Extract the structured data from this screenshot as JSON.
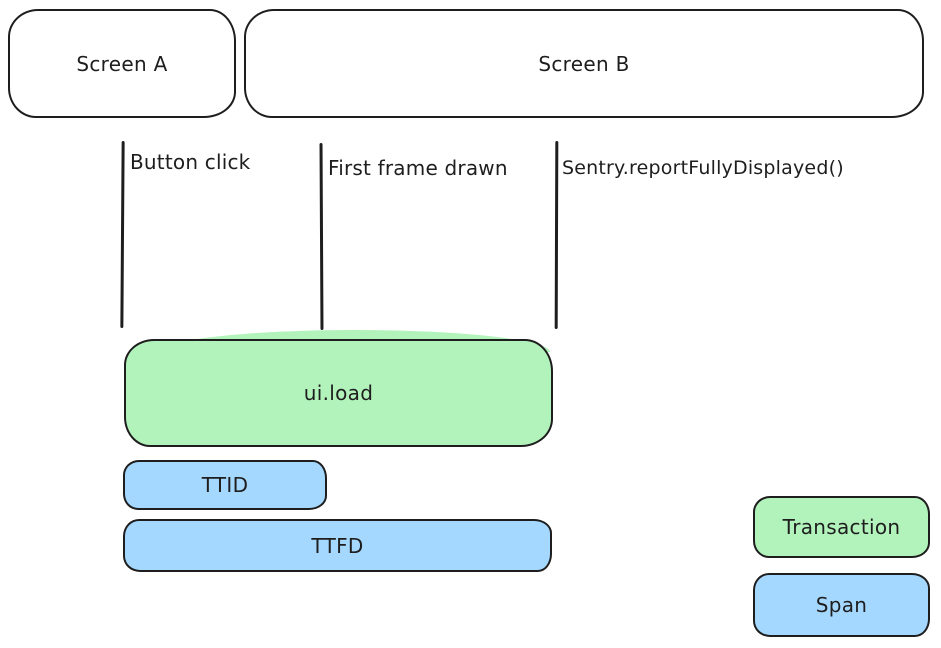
{
  "colors": {
    "transaction_fill": "#b2f2bb",
    "span_fill": "#a5d8ff",
    "stroke": "#1e1e1e",
    "background": "#ffffff"
  },
  "screens": [
    {
      "label": "Screen A"
    },
    {
      "label": "Screen B"
    }
  ],
  "event_markers": [
    {
      "label": "Button click"
    },
    {
      "label": "First frame drawn"
    },
    {
      "label": "Sentry.reportFullyDisplayed()"
    }
  ],
  "bars": [
    {
      "label": "ui.load",
      "kind": "transaction"
    },
    {
      "label": "TTID",
      "kind": "span"
    },
    {
      "label": "TTFD",
      "kind": "span"
    }
  ],
  "legend": [
    {
      "label": "Transaction",
      "kind": "transaction"
    },
    {
      "label": "Span",
      "kind": "span"
    }
  ]
}
